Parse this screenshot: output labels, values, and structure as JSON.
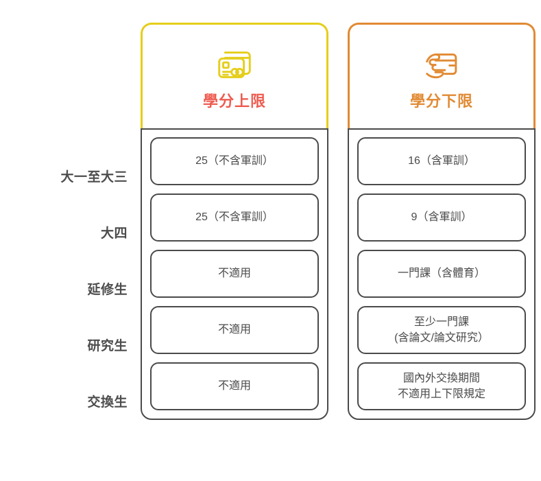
{
  "diagram": {
    "title_present": false,
    "colors": {
      "upper_limit_border": "#E5CE1A",
      "upper_limit_title": "#EE5B50",
      "lower_limit_border": "#E18A33",
      "lower_limit_title": "#E18A33",
      "cell_border": "#4a4a4a",
      "row_label": "#4d4d4d",
      "background": "#ffffff"
    },
    "row_labels": [
      "大一至大三",
      "大四",
      "延修生",
      "研究生",
      "交換生"
    ],
    "columns": [
      {
        "id": "upper-limit",
        "icon": "credit-cards-icon",
        "title": "學分上限",
        "border_color": "#E5CE1A",
        "title_color": "#EE5B50",
        "cells": [
          {
            "lines": [
              "25（不含軍訓）"
            ]
          },
          {
            "lines": [
              "25（不含軍訓）"
            ]
          },
          {
            "lines": [
              "不適用"
            ]
          },
          {
            "lines": [
              "不適用"
            ]
          },
          {
            "lines": [
              "不適用"
            ]
          }
        ]
      },
      {
        "id": "lower-limit",
        "icon": "hand-holding-card-icon",
        "title": "學分下限",
        "border_color": "#E18A33",
        "title_color": "#E18A33",
        "cells": [
          {
            "lines": [
              "16（含軍訓）"
            ]
          },
          {
            "lines": [
              "9（含軍訓）"
            ]
          },
          {
            "lines": [
              "一門課（含體育）"
            ]
          },
          {
            "lines": [
              "至少一門課",
              "(含論文/論文研究）"
            ]
          },
          {
            "lines": [
              "國內外交換期間",
              "不適用上下限規定"
            ]
          }
        ]
      }
    ]
  }
}
